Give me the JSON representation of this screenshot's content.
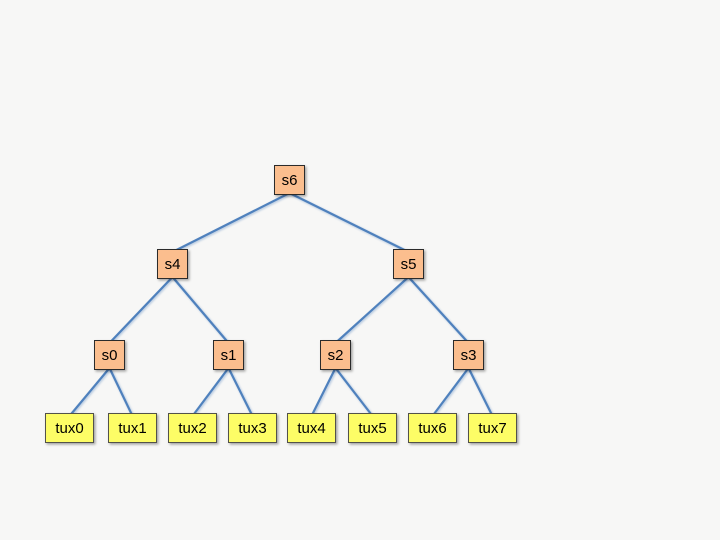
{
  "colors": {
    "background": "#f7f7f6",
    "edge": "#4f81bd",
    "internal_fill": "#fbbe8e",
    "internal_border": "#2b2b2b",
    "leaf_fill": "#fdfd66",
    "leaf_border": "#53524a",
    "text": "#000000"
  },
  "tree": {
    "type": "binary-tree-diagram",
    "root": "s6",
    "nodes": {
      "s6": {
        "label": "s6",
        "children": [
          "s4",
          "s5"
        ]
      },
      "s4": {
        "label": "s4",
        "children": [
          "s0",
          "s1"
        ]
      },
      "s5": {
        "label": "s5",
        "children": [
          "s2",
          "s3"
        ]
      },
      "s0": {
        "label": "s0",
        "children": [
          "tux0",
          "tux1"
        ]
      },
      "s1": {
        "label": "s1",
        "children": [
          "tux2",
          "tux3"
        ]
      },
      "s2": {
        "label": "s2",
        "children": [
          "tux4",
          "tux5"
        ]
      },
      "s3": {
        "label": "s3",
        "children": [
          "tux6",
          "tux7"
        ]
      },
      "tux0": {
        "label": "tux0",
        "children": []
      },
      "tux1": {
        "label": "tux1",
        "children": []
      },
      "tux2": {
        "label": "tux2",
        "children": []
      },
      "tux3": {
        "label": "tux3",
        "children": []
      },
      "tux4": {
        "label": "tux4",
        "children": []
      },
      "tux5": {
        "label": "tux5",
        "children": []
      },
      "tux6": {
        "label": "tux6",
        "children": []
      },
      "tux7": {
        "label": "tux7",
        "children": []
      }
    },
    "edges": [
      [
        "s6",
        "s4"
      ],
      [
        "s6",
        "s5"
      ],
      [
        "s4",
        "s0"
      ],
      [
        "s4",
        "s1"
      ],
      [
        "s5",
        "s2"
      ],
      [
        "s5",
        "s3"
      ],
      [
        "s0",
        "tux0"
      ],
      [
        "s0",
        "tux1"
      ],
      [
        "s1",
        "tux2"
      ],
      [
        "s1",
        "tux3"
      ],
      [
        "s2",
        "tux4"
      ],
      [
        "s2",
        "tux5"
      ],
      [
        "s3",
        "tux6"
      ],
      [
        "s3",
        "tux7"
      ]
    ]
  }
}
